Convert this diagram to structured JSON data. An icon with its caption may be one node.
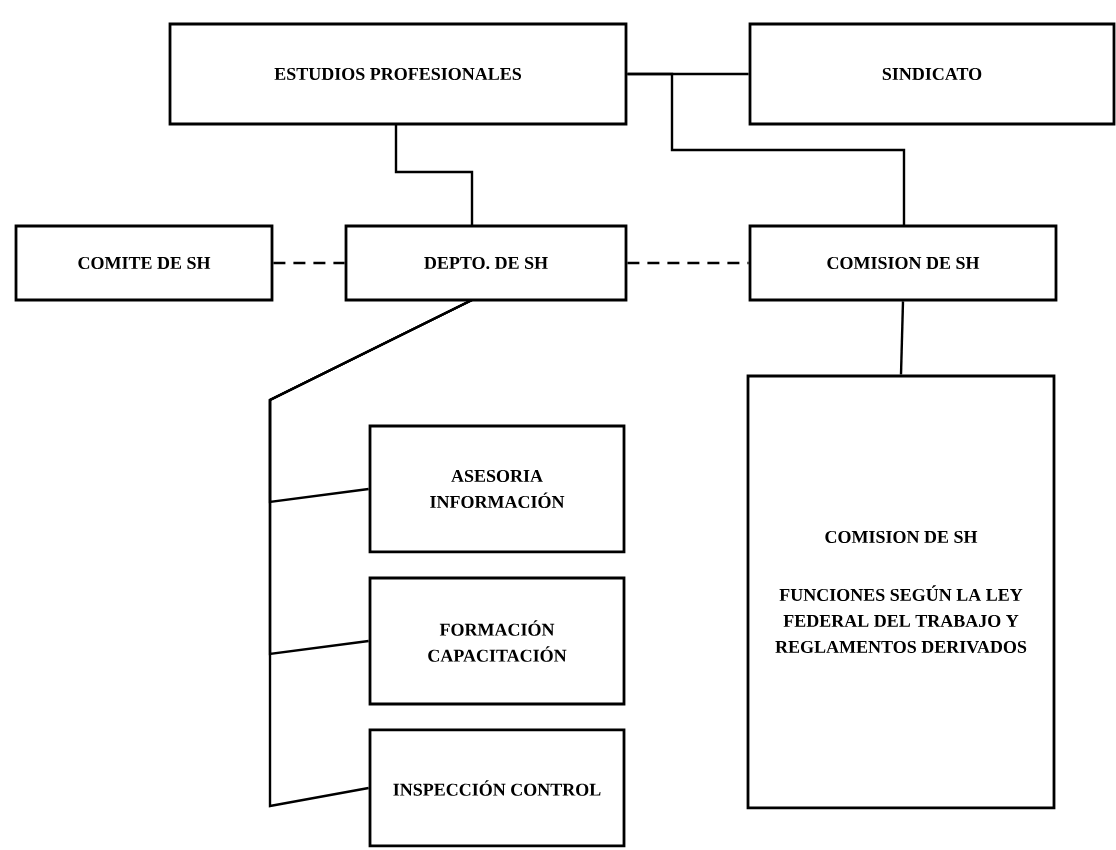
{
  "diagram": {
    "nodes": [
      {
        "text": [
          "ESTUDIOS PROFESIONALES"
        ]
      },
      {
        "text": [
          "SINDICATO"
        ]
      },
      {
        "text": [
          "COMITE DE SH"
        ]
      },
      {
        "text": [
          "DEPTO. DE SH"
        ]
      },
      {
        "text": [
          "COMISION DE SH"
        ]
      },
      {
        "text": [
          "COMISION DE SH",
          "FUNCIONES SEGÚN LA LEY FEDERAL DEL TRABAJO Y REGLAMENTOS DERIVADOS"
        ]
      },
      {
        "text": [
          "ASESORIA INFORMACIÓN"
        ]
      },
      {
        "text": [
          "FORMACIÓN CAPACITACIÓN"
        ]
      },
      {
        "text": [
          "INSPECCIÓN CONTROL"
        ]
      }
    ],
    "edges": [
      {
        "from": 0,
        "to": 1,
        "arrow": "none"
      },
      {
        "from": 0,
        "to": 3,
        "arrow": "none"
      },
      {
        "from": 0,
        "to": 4,
        "arrow": "none"
      },
      {
        "from": 2,
        "to": 3,
        "arrow": "none",
        "style": "dashed"
      },
      {
        "from": 3,
        "to": 4,
        "arrow": "none",
        "style": "dashed"
      },
      {
        "from": 4,
        "to": 5,
        "arrow": "none"
      },
      {
        "from": 3,
        "to": 6,
        "arrow": "none"
      },
      {
        "from": 3,
        "to": 7,
        "arrow": "none"
      },
      {
        "from": 3,
        "to": 8,
        "arrow": "none"
      }
    ]
  }
}
